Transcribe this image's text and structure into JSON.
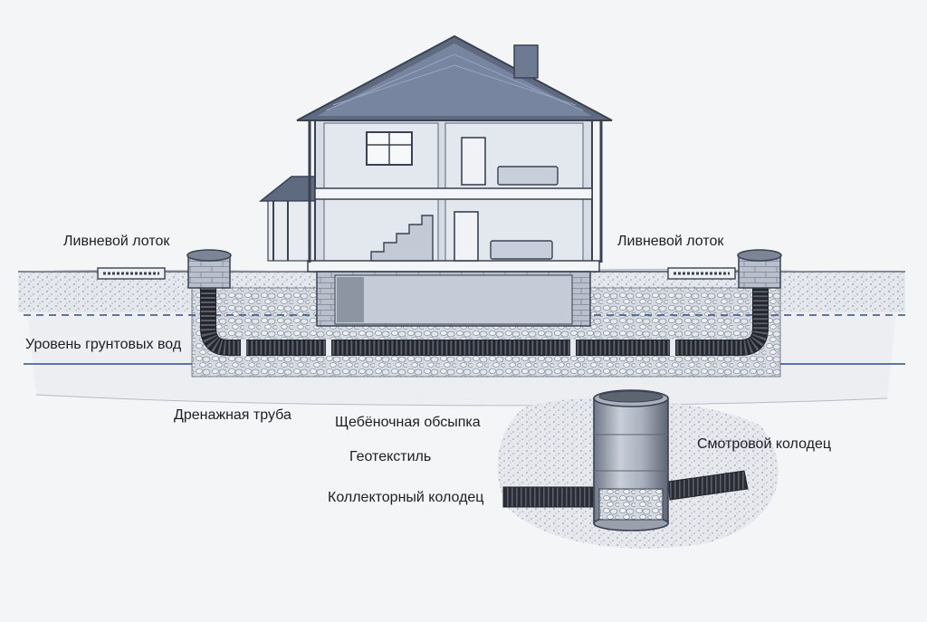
{
  "labels": {
    "rain_gutter_left": "Ливневой лоток",
    "rain_gutter_right": "Ливневой лоток",
    "groundwater_level": "Уровень грунтовых вод",
    "drain_pipe": "Дренажная труба",
    "gravel_backfill": "Щебёночная обсыпка",
    "geotextile": "Геотекстиль",
    "inspection_well": "Смотровой колодец",
    "collector_well": "Коллекторный колодец"
  },
  "colors": {
    "background": "#f4f5f7",
    "roof": "#5e6a80",
    "wall_interior": "#dfe4ec",
    "outline": "#3a4252",
    "pipe": "#23262d",
    "gravel": "#c3c9d3",
    "water_line": "#2c4f86",
    "soil": "#a8aeb8"
  }
}
